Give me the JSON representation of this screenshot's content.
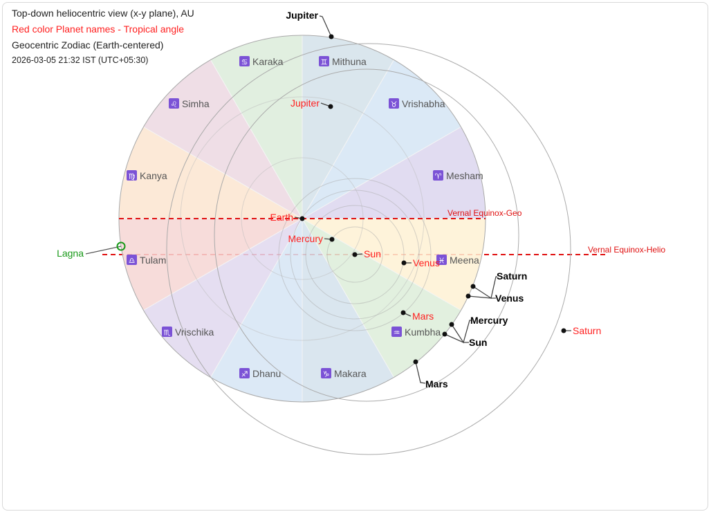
{
  "header": {
    "title": "Top-down heliocentric view (x-y plane), AU",
    "legend_note": "Red color Planet names - Tropical angle",
    "subtitle": "Geocentric Zodiac (Earth-centered)",
    "datetime": "2026-03-05 21:32 IST (UTC+05:30)"
  },
  "colors": {
    "tropical_label": "#ff2020",
    "lagna": "#1a9a1a",
    "equinox": "#e01010",
    "icon_bg": "#7b52d6"
  },
  "zodiac": [
    {
      "name": "Mesham",
      "glyph": "♈",
      "color": "#dcd6ee"
    },
    {
      "name": "Vrishabha",
      "glyph": "♉",
      "color": "#d5e5f5"
    },
    {
      "name": "Mithuna",
      "glyph": "♊",
      "color": "#d3e2ea"
    },
    {
      "name": "Karaka",
      "glyph": "♋",
      "color": "#dcecda"
    },
    {
      "name": "Simha",
      "glyph": "♌",
      "color": "#ecd8e2"
    },
    {
      "name": "Kanya",
      "glyph": "♍",
      "color": "#fbe5d0"
    },
    {
      "name": "Tulam",
      "glyph": "♎",
      "color": "#f6d6d4"
    },
    {
      "name": "Vrischika",
      "glyph": "♏",
      "color": "#e0d8ee"
    },
    {
      "name": "Dhanu",
      "glyph": "♐",
      "color": "#d6e5f4"
    },
    {
      "name": "Makara",
      "glyph": "♑",
      "color": "#d4e2ec"
    },
    {
      "name": "Kumbha",
      "glyph": "♒",
      "color": "#ddedd9"
    },
    {
      "name": "Meena",
      "glyph": "♓",
      "color": "#fef1d3"
    }
  ],
  "heliocentric_planets": [
    "Jupiter",
    "Earth",
    "Mercury",
    "Sun",
    "Venus",
    "Mars",
    "Saturn"
  ],
  "geocentric_planets": [
    "Jupiter",
    "Saturn",
    "Venus",
    "Mercury",
    "Sun",
    "Mars"
  ],
  "lagna": "Lagna",
  "equinox": {
    "geo": "Vernal Equinox-Geo",
    "helio": "Vernal Equinox-Helio"
  }
}
